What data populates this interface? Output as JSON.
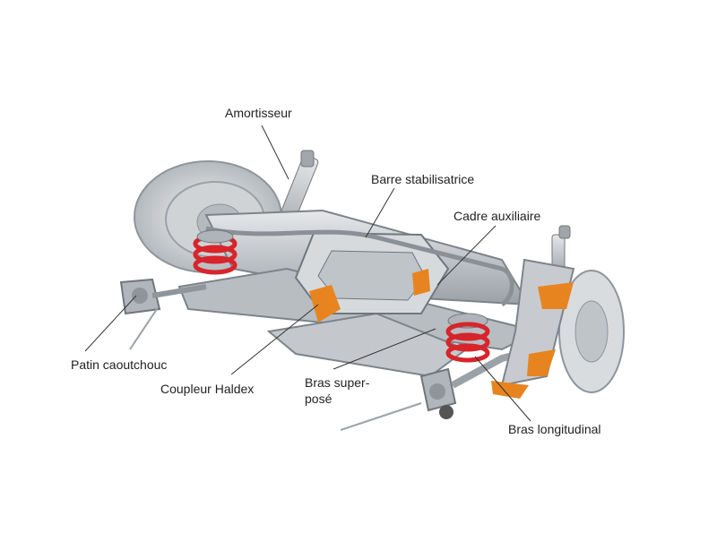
{
  "labels": {
    "amortisseur": "Amortisseur",
    "barre": "Barre stabilisatrice",
    "cadre": "Cadre auxiliaire",
    "patin": "Patin caoutchouc",
    "coupleur": "Coupleur Haldex",
    "bras_super_1": "Bras super-",
    "bras_super_2": "posé",
    "bras_long": "Bras longitudinal"
  },
  "colors": {
    "metal": "#c9cdd1",
    "metal_dark": "#8e959b",
    "spring": "#d8242b",
    "accent_orange": "#e8841f",
    "leader": "#333333"
  }
}
